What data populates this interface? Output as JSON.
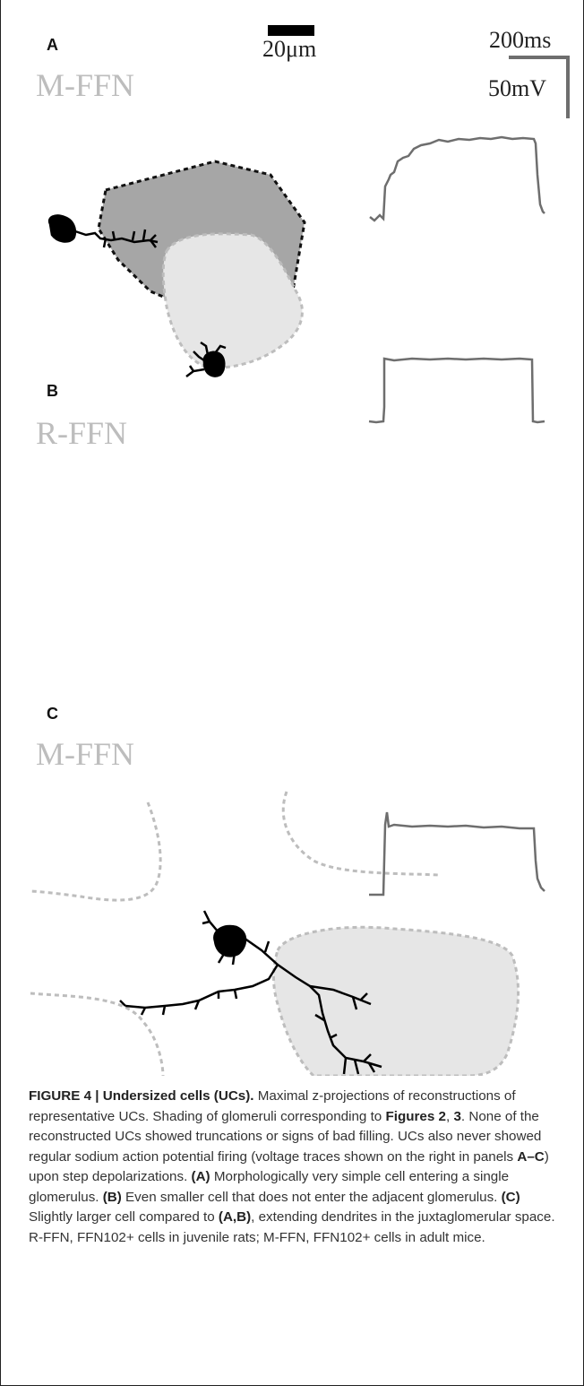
{
  "figure": {
    "scale_bar_length": "20μm",
    "time_scale": "200ms",
    "voltage_scale": "50mV",
    "panels": [
      {
        "letter": "A",
        "name": "M-FFN"
      },
      {
        "letter": "B",
        "name": "R-FFN"
      },
      {
        "letter": "C",
        "name": "M-FFN"
      }
    ],
    "colors": {
      "glomerulus_dark": "#a6a6a6",
      "glomerulus_light": "#e6e6e6",
      "cell": "#000000",
      "trace": "#6e6e6e",
      "label_grey": "#bdbdbd"
    }
  },
  "caption": {
    "title": "FIGURE 4 | Undersized cells (UCs).",
    "text_1": " Maximal z-projections of reconstructions of representative UCs. Shading of glomeruli corresponding to ",
    "ref_figures": "Figures 2",
    "text_2": ", ",
    "ref_3": "3",
    "text_3": ". None of the reconstructed UCs showed truncations or signs of bad filling. UCs also never showed regular sodium action potential firing (voltage traces shown on the right in panels ",
    "ref_panels": "A–C",
    "text_4": ") upon step depolarizations. ",
    "label_a": "(A)",
    "text_a": " Morphologically very simple cell entering a single glomerulus. ",
    "label_b": "(B)",
    "text_b": " Even smaller cell that does not enter the adjacent glomerulus. ",
    "label_c": "(C)",
    "text_c": " Slightly larger cell compared to ",
    "ref_ab": "(A,B)",
    "text_end": ", extending dendrites in the juxtaglomerular space. R-FFN, FFN102+ cells in juvenile rats; M-FFN, FFN102+ cells in adult mice."
  }
}
